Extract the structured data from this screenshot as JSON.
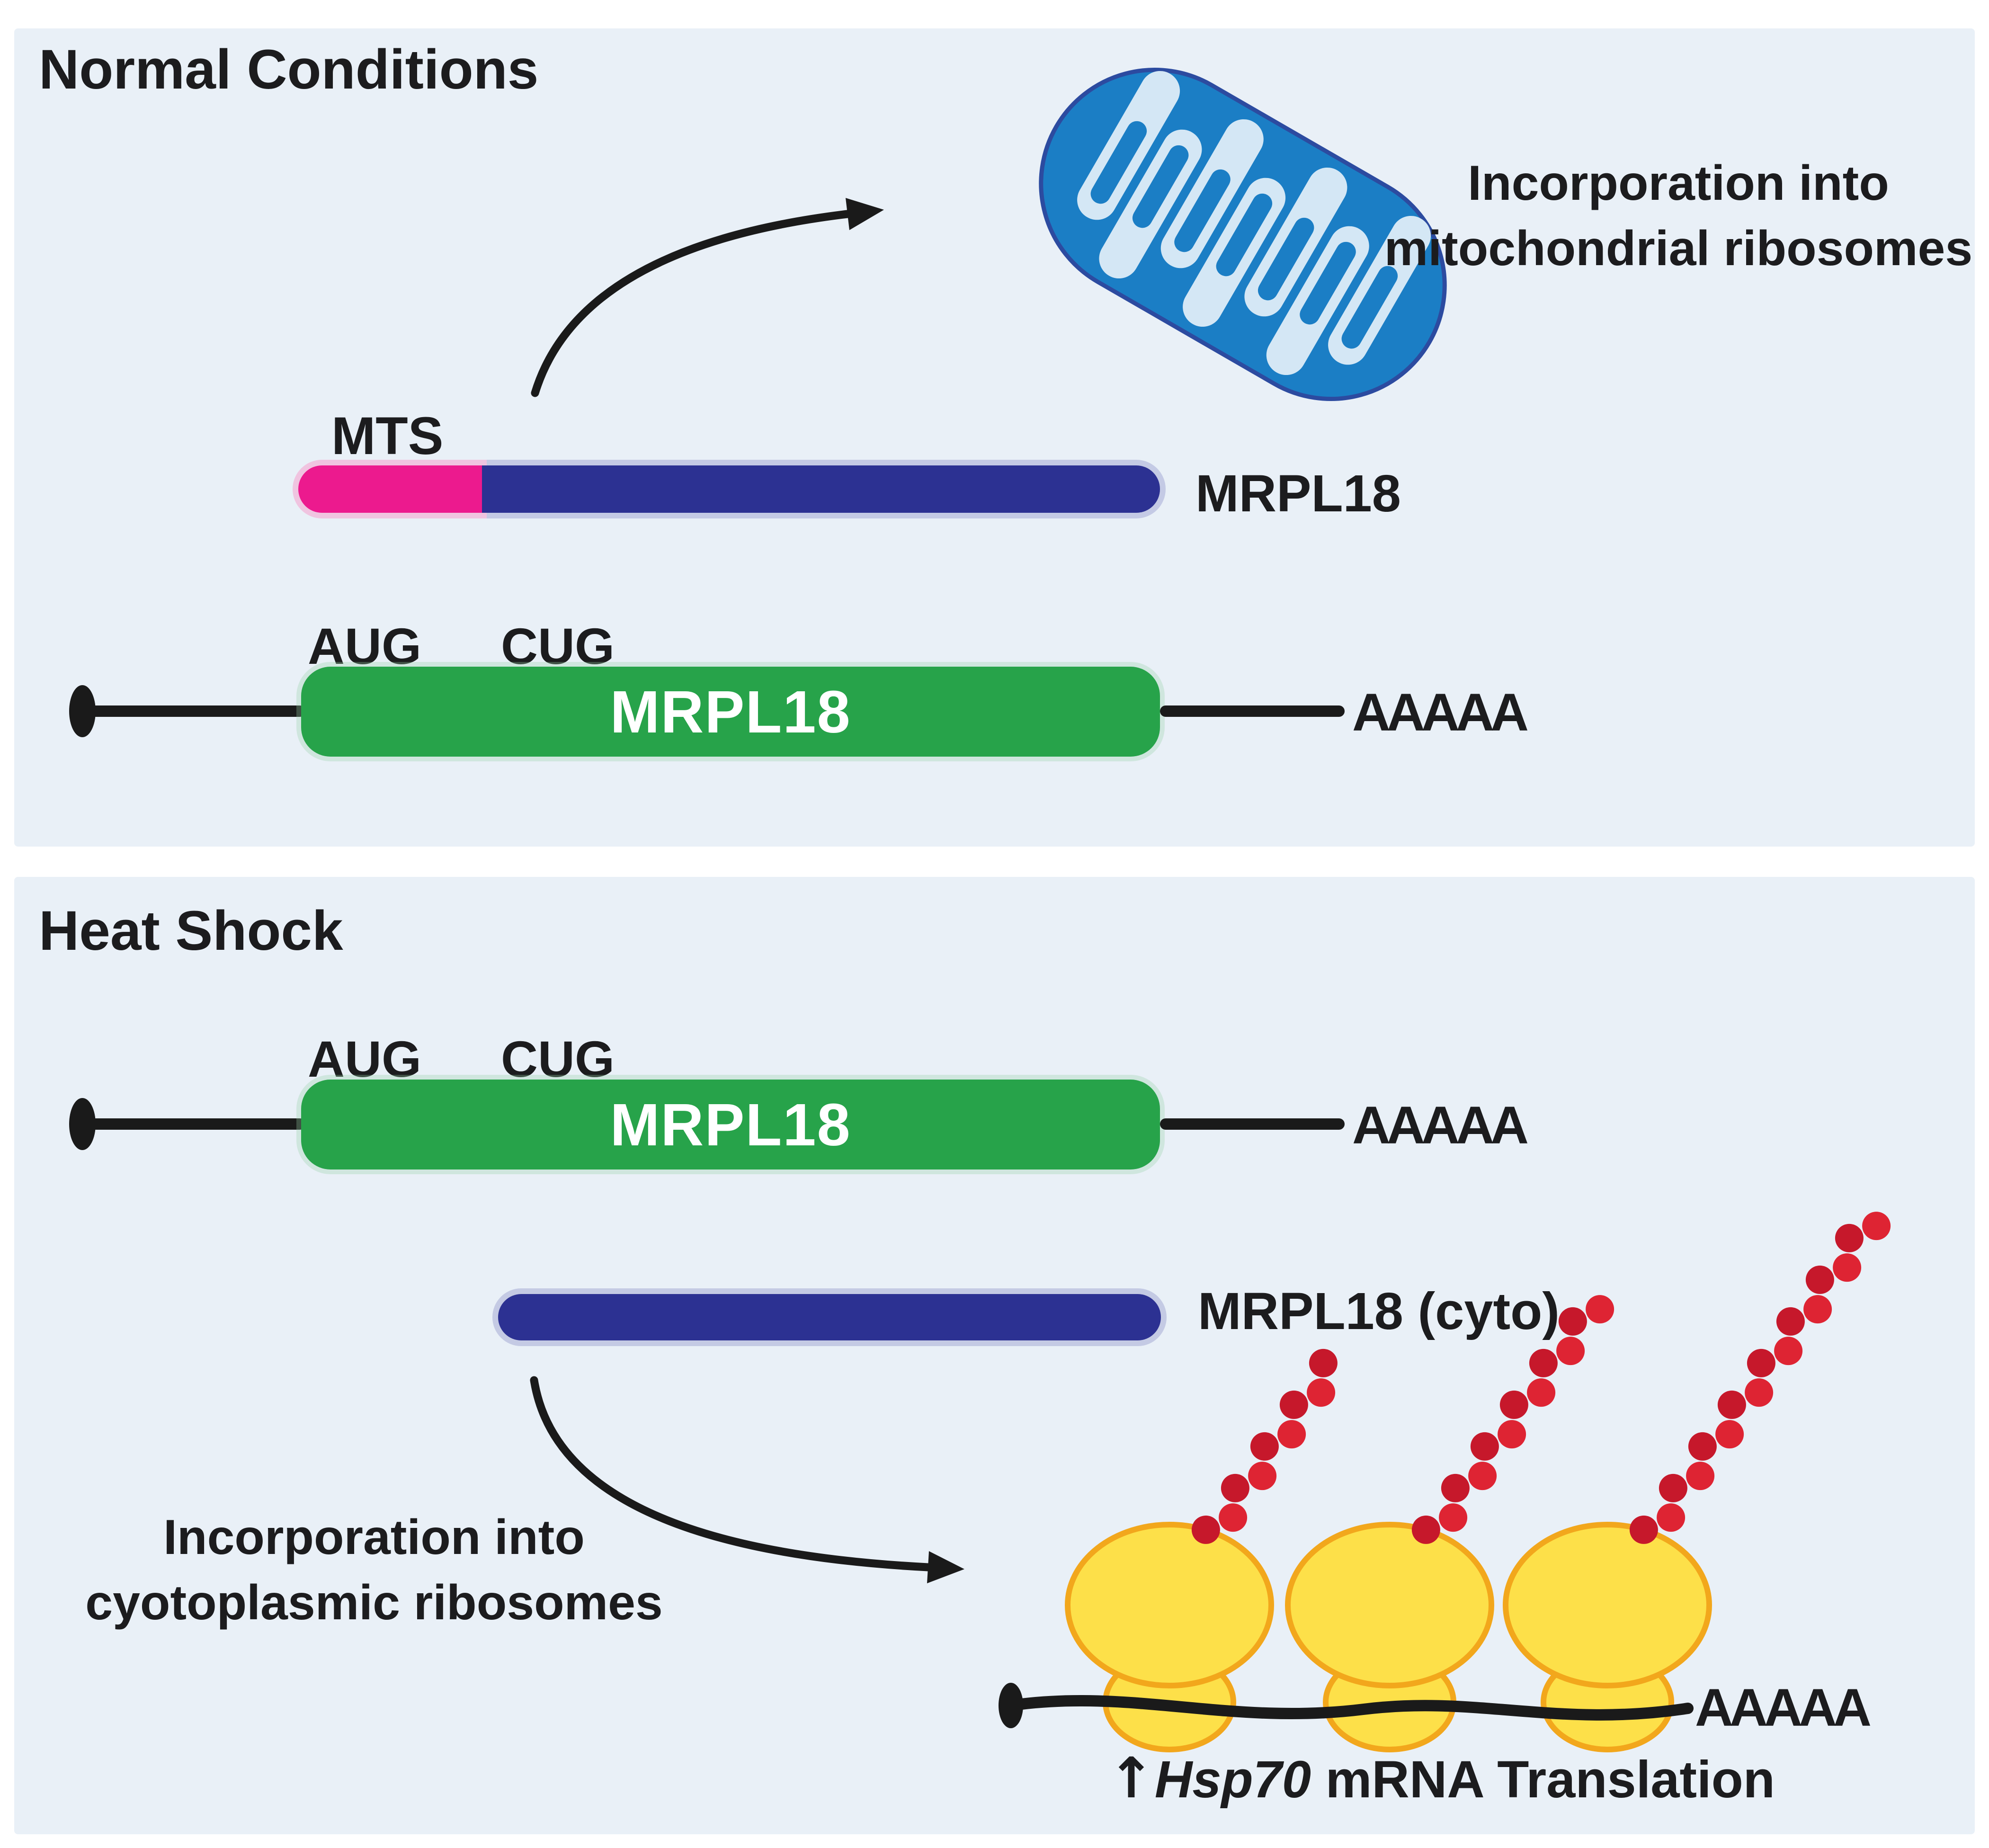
{
  "colors": {
    "panel_bg": "#e9f0f7",
    "text": "#1c1c1e",
    "mts_pink": "#ec1a8e",
    "protein_navy": "#2c3192",
    "gene_green": "#27a34a",
    "mito_blue": "#1b7ec5",
    "mito_inner": "#d4e7f5",
    "mito_outline": "#2c4ba0",
    "ribosome_yellow": "#fde049",
    "ribosome_outline": "#f2a71c",
    "bead_red_dark": "#c6182b",
    "bead_red_bright": "#de2433",
    "line_black": "#1a1a1a"
  },
  "normal_panel": {
    "title": "Normal Conditions",
    "mito_caption_line1": "Incorporation into",
    "mito_caption_line2": "mitochondrial ribosomes",
    "mts_label": "MTS",
    "protein_label": "MRPL18",
    "start_codon": "AUG",
    "alt_codon": "CUG",
    "gene_label": "MRPL18",
    "poly_a": "AAAAA"
  },
  "heat_panel": {
    "title": "Heat Shock",
    "start_codon": "AUG",
    "alt_codon": "CUG",
    "gene_label": "MRPL18",
    "poly_a": "AAAAA",
    "cyto_protein_label": "MRPL18 (cyto)",
    "incorp_caption_line1": "Incorporation into",
    "incorp_caption_line2": "cyotoplasmic ribosomes",
    "polysome_poly_a": "AAAAA",
    "hsp_up_arrow": "↑",
    "hsp_gene": "Hsp70",
    "hsp_rest": " mRNA Translation"
  },
  "mitochondrion": {
    "cristae_count": 7
  },
  "polysome": {
    "ribosome_count": 3,
    "nascent_chain_beads": [
      9,
      12,
      16
    ]
  }
}
